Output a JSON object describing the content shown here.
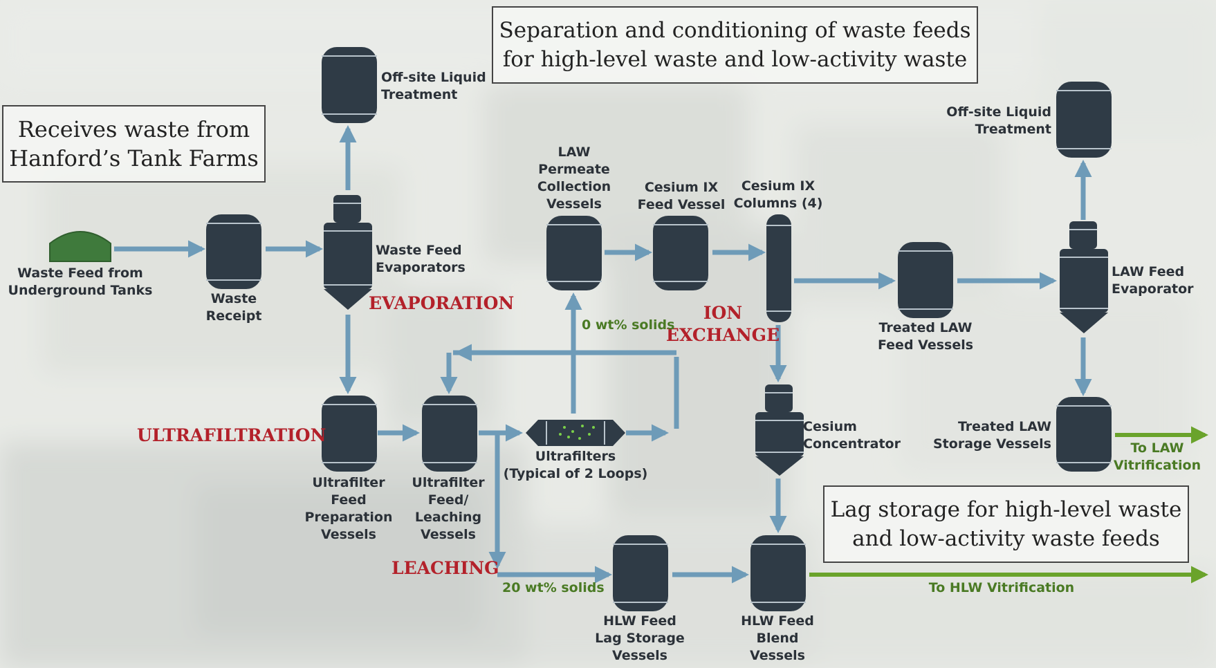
{
  "callouts": {
    "tank_farms": [
      "Receives waste from",
      "Hanford’s Tank Farms"
    ],
    "separation": [
      "Separation and conditioning of waste feeds",
      "for high-level waste and low-activity waste"
    ],
    "lag_storage": [
      "Lag storage for high-level waste",
      "and low-activity waste feeds"
    ]
  },
  "stages": {
    "evaporation": "EVAPORATION",
    "ultrafiltration": "ULTRAFILTRATION",
    "ion_exchange": [
      "ION",
      "EXCHANGE"
    ],
    "leaching": "LEACHING"
  },
  "labels": {
    "waste_feed_tanks": [
      "Waste Feed from",
      "Underground Tanks"
    ],
    "waste_receipt": [
      "Waste",
      "Receipt"
    ],
    "offsite_left": [
      "Off-site Liquid",
      "Treatment"
    ],
    "waste_feed_evaporators": [
      "Waste Feed",
      "Evaporators"
    ],
    "law_permeate": [
      "LAW",
      "Permeate",
      "Collection",
      "Vessels"
    ],
    "cesium_ix_feed": [
      "Cesium IX",
      "Feed Vessel"
    ],
    "cesium_ix_columns": [
      "Cesium IX",
      "Columns (4)"
    ],
    "treated_law_feed": [
      "Treated LAW",
      "Feed Vessels"
    ],
    "offsite_right": [
      "Off-site Liquid",
      "Treatment"
    ],
    "law_feed_evaporator": [
      "LAW Feed",
      "Evaporator"
    ],
    "ultrafilter_feed_prep": [
      "Ultrafilter",
      "Feed",
      "Preparation",
      "Vessels"
    ],
    "ultrafilter_feed_leach": [
      "Ultrafilter",
      "Feed/",
      "Leaching",
      "Vessels"
    ],
    "ultrafilters": [
      "Ultrafilters",
      "(Typical of 2 Loops)"
    ],
    "cesium_concentrator": [
      "Cesium",
      "Concentrator"
    ],
    "treated_law_storage": [
      "Treated LAW",
      "Storage Vessels"
    ],
    "to_law_vit": [
      "To LAW",
      "Vitrification"
    ],
    "hlw_lag": [
      "HLW Feed",
      "Lag Storage",
      "Vessels"
    ],
    "hlw_blend": [
      "HLW Feed",
      "Blend",
      "Vessels"
    ],
    "to_hlw_vit": "To HLW Vitrification",
    "zero_solids": "0 wt% solids",
    "twenty_solids": "20 wt% solids"
  },
  "colors": {
    "vessel": "#2f3b46",
    "pipe": "#6e9bb8",
    "output_arrow": "#6aa32b",
    "ground_tank": "#3f7a3c",
    "stage_text": "#b3212a"
  }
}
